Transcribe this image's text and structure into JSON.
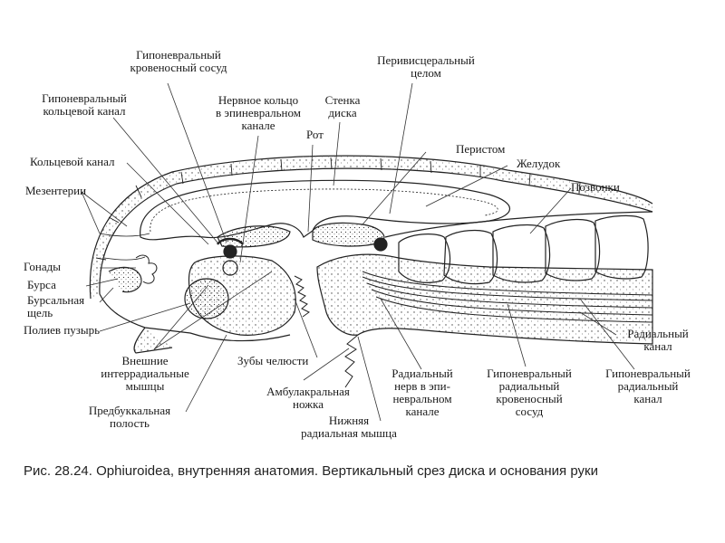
{
  "labels": {
    "gip_vessel": "Гипоневральный\nкровеносный сосуд",
    "perivisceral": "Перивисцеральный\nцелом",
    "gip_ring_canal": "Гипоневральный\nкольцевой канал",
    "nerve_ring": "Нервное кольцо\nв эпиневральном\nканале",
    "disc_wall": "Стенка\nдиска",
    "mouth": "Рот",
    "peristome": "Перистом",
    "stomach": "Желудок",
    "ring_canal": "Кольцевой канал",
    "mesenteries": "Мезентерии",
    "vertebrae": "Позвонки",
    "gonads": "Гонады",
    "bursa": "Бурса",
    "bursal_slit": "Бурсальная\nщель",
    "polian": "Полиев пузырь",
    "radial_canal": "Радиальный\nканал",
    "external_muscles": "Внешние\nинтеррадиальные\nмышцы",
    "jaw_teeth": "Зубы челюсти",
    "prebuccal": "Предбуккальная\nполость",
    "ambulacral": "Амбулакральная\nножка",
    "radial_nerve": "Радиальный\nнерв в эпи-\nневральном\nканале",
    "gip_radial_vessel": "Гипоневральный\nрадиальный\nкровеносный\nсосуд",
    "gip_radial_canal": "Гипоневральный\nрадиальный\nканал",
    "lower_muscle": "Нижняя\nрадиальная мышца"
  },
  "caption": "Рис. 28.24. Ophiuroidea, внутренняя анатомия. Вертикальный срез диска и основания руки"
}
